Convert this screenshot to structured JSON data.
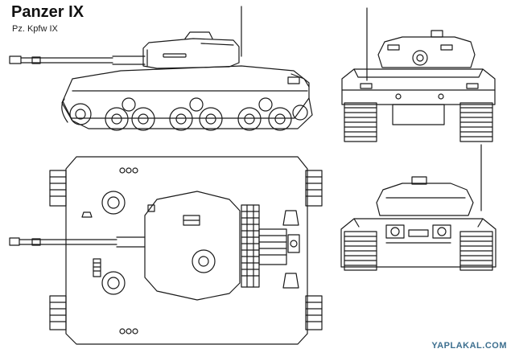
{
  "header": {
    "title": "Panzer IX",
    "subtitle": "Pz. Kpfw IX"
  },
  "watermark": {
    "text": "YAPLAKAL.COM",
    "color": "#3d6f8f"
  },
  "colors": {
    "line": "#1a1a1a",
    "paper": "#ffffff"
  },
  "views": [
    "side-view",
    "front-view",
    "top-view",
    "rear-view"
  ]
}
